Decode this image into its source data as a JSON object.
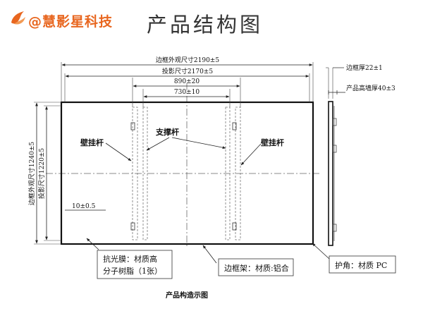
{
  "brand": {
    "text": "@慧影星科技",
    "color": "#e8661f",
    "icon": "flame-logo-icon"
  },
  "page_title": "产品结构图",
  "dimensions": {
    "frame_width": "边框外观尺寸2190±5",
    "projection_width": "投影尺寸2170±5",
    "outer_span": "890±20",
    "inner_span": "730±10",
    "frame_height": "边框外观尺寸1240±5",
    "projection_height": "投影尺寸1220±5",
    "edge_offset": "10±0.5",
    "frame_thickness": "边框厚22±1",
    "wall_thickness": "产品高墙厚40±3"
  },
  "labels": {
    "wall_rod_left": "壁挂杆",
    "support_rod": "支撑杆",
    "wall_rod_right": "壁挂杆"
  },
  "callouts": {
    "film_line1": "抗光膜：材质高",
    "film_line2": "分子树脂（1张）",
    "frame_material": "边框架：材质:铝合",
    "corner": "护角：材质 PC"
  },
  "caption": "产品构造示图"
}
